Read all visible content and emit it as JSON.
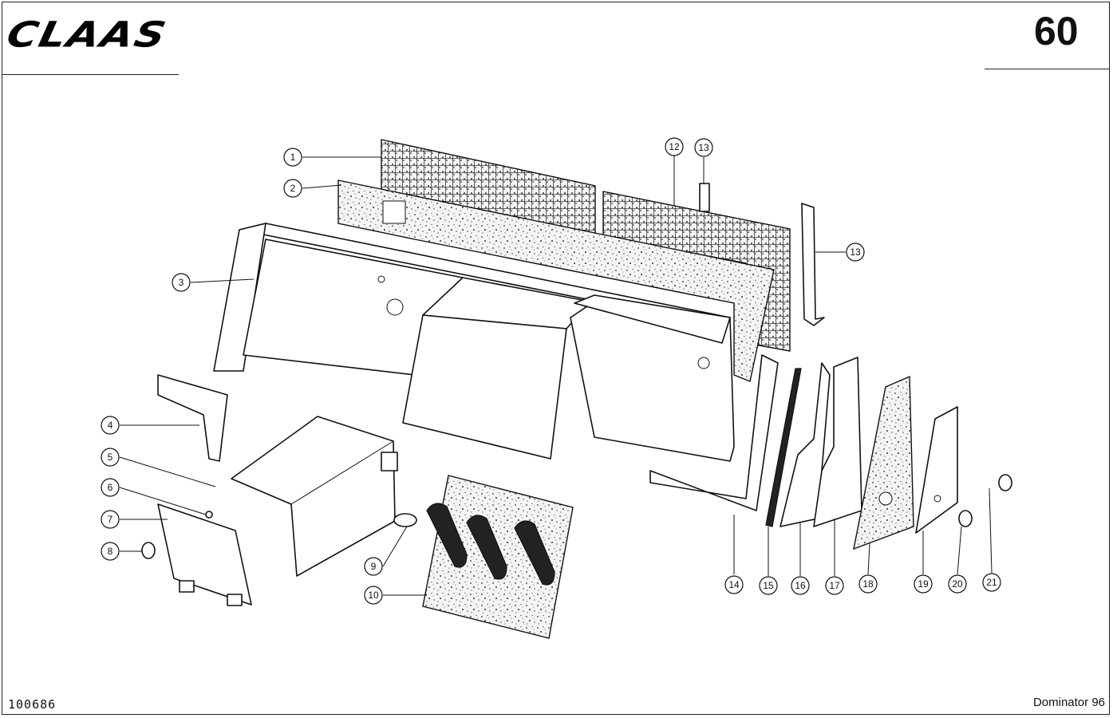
{
  "header": {
    "brand": "CLAAS",
    "page_number": "60"
  },
  "footer": {
    "document_id": "100686",
    "model": "Dominator 96"
  },
  "callouts": [
    "1",
    "2",
    "3",
    "4",
    "5",
    "6",
    "7",
    "8",
    "9",
    "10",
    "12",
    "13",
    "13",
    "14",
    "15",
    "16",
    "17",
    "18",
    "19",
    "20",
    "21"
  ]
}
